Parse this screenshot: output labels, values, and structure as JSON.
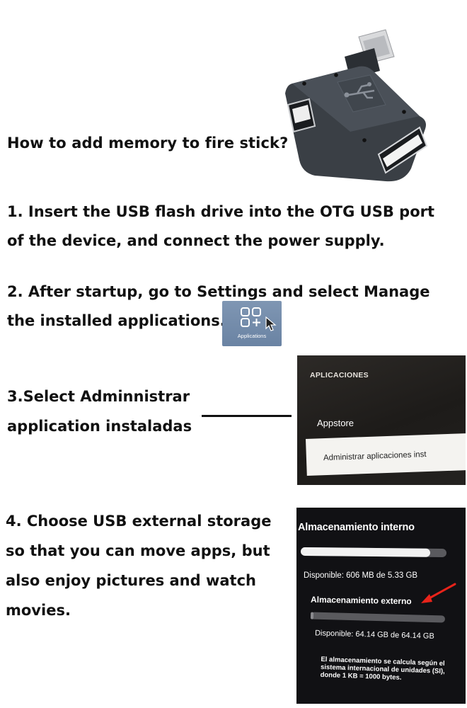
{
  "heading": "How to add memory to fire stick?",
  "steps": {
    "step1": {
      "line1": "1. Insert the USB flash drive into the OTG USB port",
      "line2": "of the device, and connect the power supply."
    },
    "step2": {
      "line1": "2. After startup, go to Settings and select Manage",
      "line2": "the installed applications."
    },
    "step3": {
      "line1": "3.Select Adminnistrar",
      "line2": "application instaladas"
    },
    "step4": {
      "line1": "4. Choose USB external storage",
      "line2": "so that you can move apps, but",
      "line3": "also enjoy pictures and watch",
      "line4": "movies."
    }
  },
  "apps_tile": {
    "label": "Applications",
    "icon": "apps-grid-plus-icon",
    "cursor_icon": "mouse-pointer-icon",
    "background": "#7389a8"
  },
  "screen1": {
    "title": "APLICACIONES",
    "item_appstore": "Appstore",
    "item_selected": "Administrar aplicaciones inst"
  },
  "screen2": {
    "internal_title": "Almacenamiento interno",
    "internal_available": "Disponible: 606 MB de 5.33 GB",
    "internal_usage_fraction": 0.89,
    "external_title": "Almacenamiento externo",
    "external_available": "Disponible: 64.14 GB de 64.14 GB",
    "external_usage_fraction": 0.02,
    "note": "El almacenamiento se calcula según el sistema internacional de unidades (SI), donde 1 KB = 1000 bytes.",
    "arrow_color": "#e8231a"
  },
  "colors": {
    "text": "#111111",
    "adapter_body": "#3a3f45",
    "screen_bg": "#111114"
  }
}
